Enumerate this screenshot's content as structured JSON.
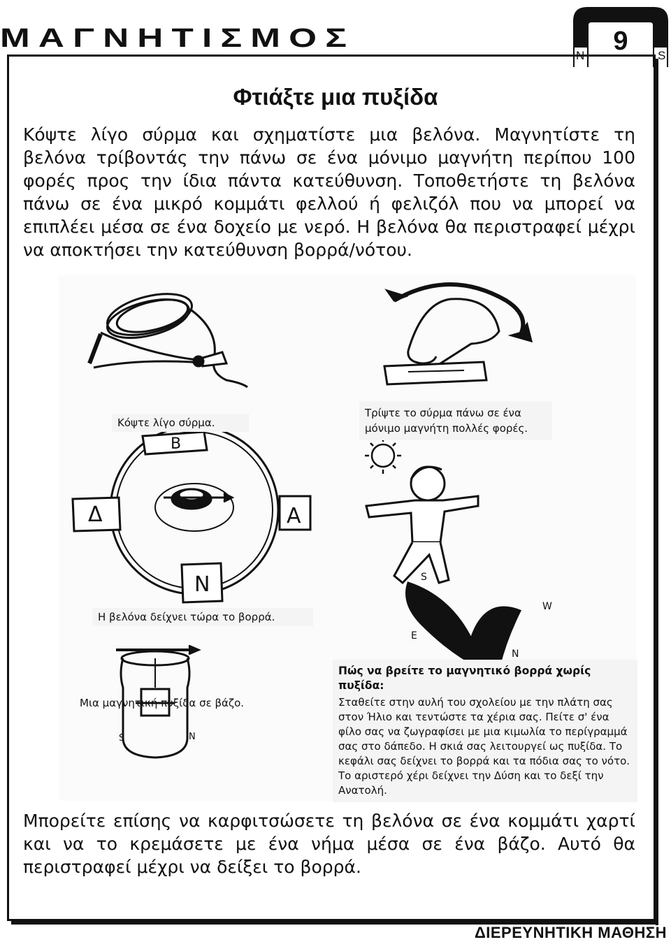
{
  "header": {
    "title": "ΜΑΓΝΗΤΙΣΜΟΣ",
    "page_number": "9",
    "pole_left": "N",
    "pole_right": "S"
  },
  "main": {
    "title": "Φτιάξτε μια πυξίδα",
    "intro": "Κόψτε λίγο σύρμα και σχηματίστε μια βελόνα. Μαγνητίστε τη βελόνα τρίβοντάς την πάνω σε ένα μόνιμο μαγνήτη περίπου 100 φορές προς την ίδια πάντα κατεύθυνση. Τοποθετήστε τη βελόνα πάνω σε ένα μικρό κομμάτι φελλού ή φελιζόλ που να μπορεί να επιπλέει μέσα σε ένα δοχείο με νερό. Η βελόνα θα περιστραφεί μέχρι να αποκτήσει την κατεύθυνση βορρά/νότου.",
    "outro": "Μπορείτε επίσης να καρφιτσώσετε τη βελόνα σε ένα κομμάτι χαρτί και να το κρεμάσετε με ένα νήμα μέσα σε ένα βάζο. Αυτό θα περιστραφεί μέχρι να δείξει το βορρά."
  },
  "figure": {
    "captions": {
      "cut_wire": "Κόψτε λίγο σύρμα.",
      "rub_wire": "Τρίψτε το σύρμα πάνω σε ένα μόνιμο μαγνήτη πολλές φορές.",
      "needle_north": "Η βελόνα δείχνει τώρα το βορρά.",
      "jar_compass": "Μια μαγνητική πυξίδα σε βάζο."
    },
    "compass_letters": {
      "north": "Β",
      "south": "Ν",
      "east": "Α",
      "west": "Δ"
    },
    "jar_letters": {
      "left": "S",
      "right": "N"
    },
    "shadow_letters": {
      "s": "S",
      "n": "N",
      "e": "E",
      "w": "W"
    },
    "note": {
      "title": "Πώς να βρείτε το μαγνητικό βορρά χωρίς πυξίδα:",
      "body": "Σταθείτε στην αυλή του σχολείου με την πλάτη σας στον Ήλιο και τεντώστε τα χέρια σας. Πείτε σ' ένα φίλο σας να ζωγραφίσει με μια κιμωλία το περίγραμμά σας στο δάπεδο. Η σκιά σας λειτουργεί ως πυξίδα. Το κεφάλι σας δείχνει το βορρά και τα πόδια σας το νότο. Το αριστερό χέρι δείχνει την Δύση και το δεξί την Ανατολή."
    }
  },
  "footer": {
    "label": "ΔΙΕΡΕΥΝΗΤΙΚΗ ΜΑΘΗΣΗ"
  }
}
